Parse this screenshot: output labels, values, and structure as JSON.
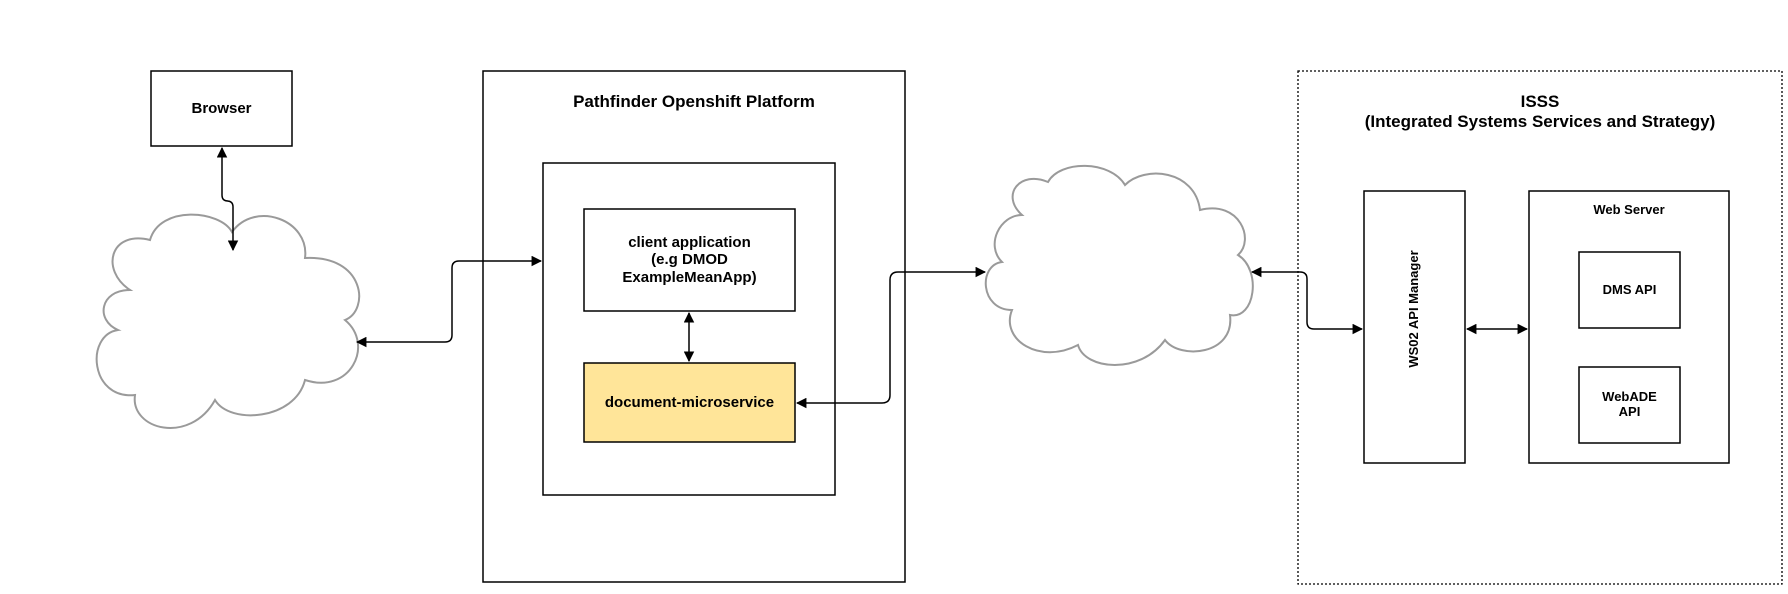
{
  "nodes": {
    "browser": "Browser",
    "pathfinder_platform": "Pathfinder Openshift Platform",
    "client_application": "client application\n(e.g DMOD\nExampleMeanApp)",
    "document_microservice": "document-microservice",
    "isss_title": "ISSS\n(Integrated Systems Services and Strategy)",
    "api_manager": "WS02 API Manager",
    "web_server": "Web Server",
    "dms_api": "DMS API",
    "webade_api": "WebADE\nAPI"
  },
  "colors": {
    "highlight_fill": "#ffe599",
    "cloud_stroke": "#9a9a9a",
    "box_stroke": "#000000"
  }
}
